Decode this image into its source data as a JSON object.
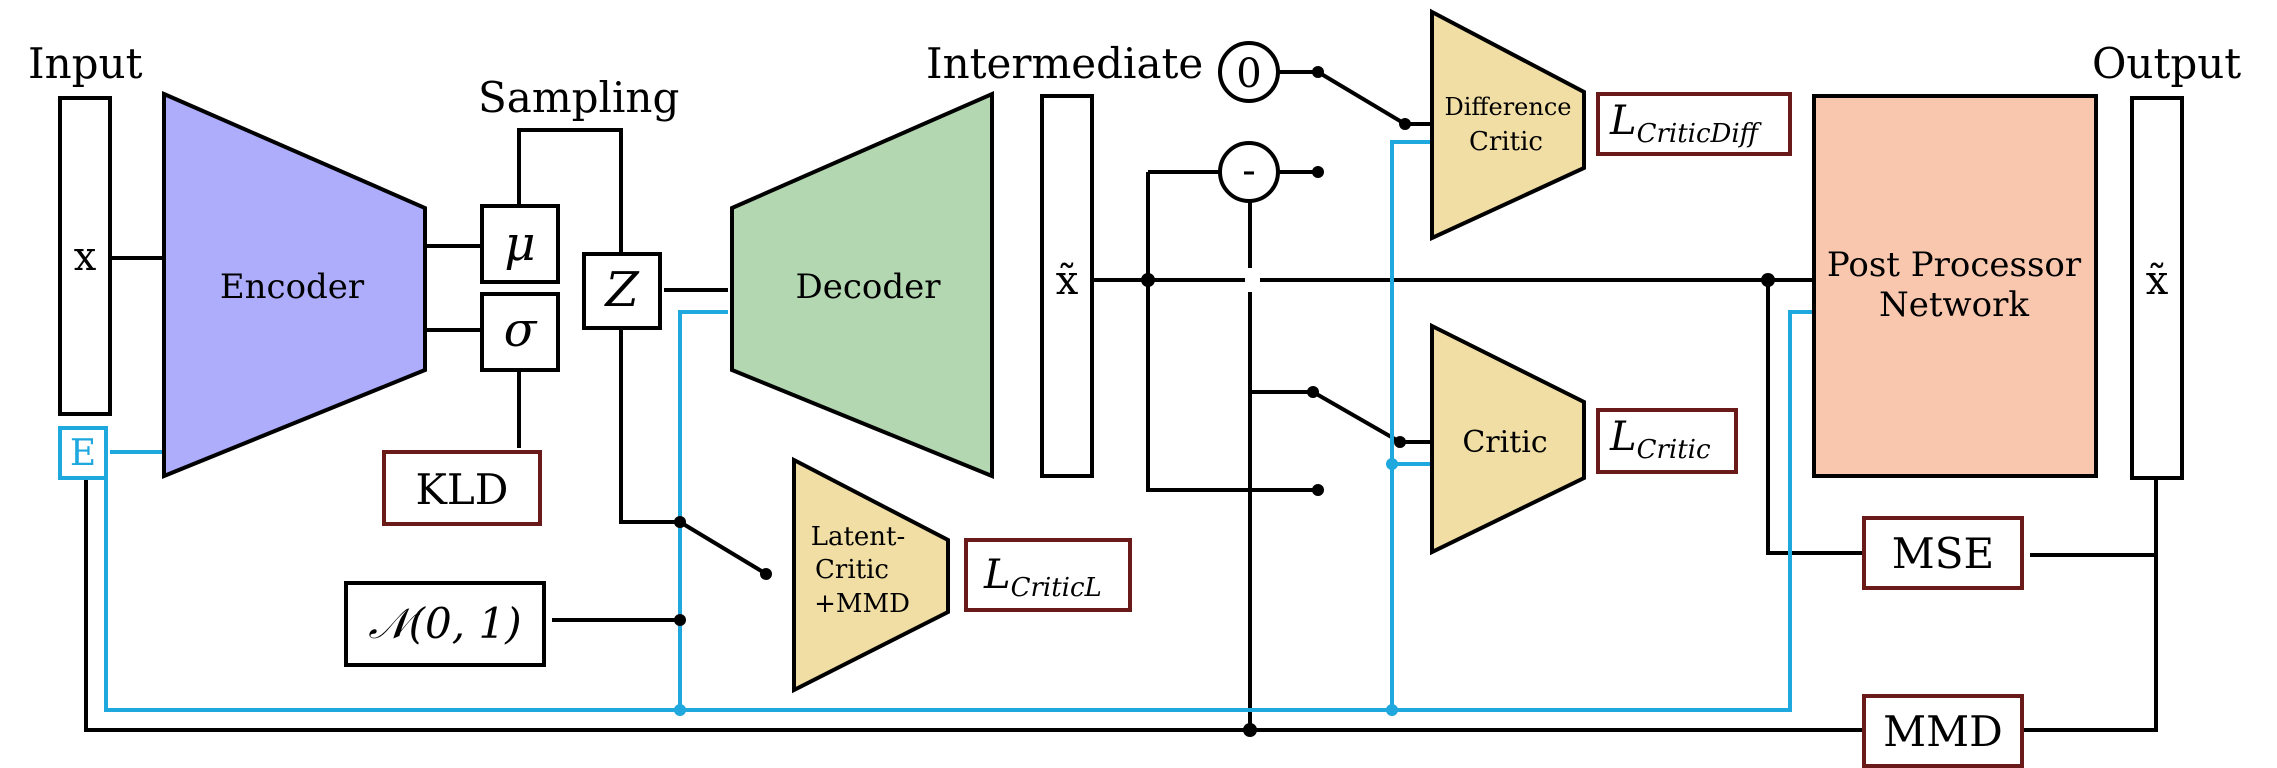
{
  "labels": {
    "input": "Input",
    "intermediate": "Intermediate",
    "output": "Output",
    "sampling": "Sampling"
  },
  "blocks": {
    "encoder": "Encoder",
    "decoder": "Decoder",
    "difference_critic_line1": "Difference",
    "difference_critic_line2": "Critic",
    "critic": "Critic",
    "latent_critic_line1": "Latent-",
    "latent_critic_line2": "Critic",
    "latent_critic_line3": "+MMD",
    "post_processor_line1": "Post Processor",
    "post_processor_line2": "Network"
  },
  "symbols": {
    "x_input": "x",
    "e_input": "E",
    "mu": "μ",
    "sigma": "σ",
    "z": "Z",
    "x_tilde_intermediate": "x̃",
    "x_tilde_output": "x̃",
    "zero_node": "0",
    "minus_node": "-",
    "normal": "𝒩(0, 1)"
  },
  "losses": {
    "kld": "KLD",
    "l_critic_diff_main": "L",
    "l_critic_diff_sub": "CriticDiff",
    "l_critic_main": "L",
    "l_critic_sub": "Critic",
    "l_critic_latent_main": "L",
    "l_critic_latent_sub": "CriticL",
    "mse": "MSE",
    "mmd": "MMD"
  },
  "colors": {
    "encoder": "#adadfc",
    "decoder": "#b3d7b1",
    "critic": "#f1dea5",
    "post_processor": "#f9c7ae",
    "loss_border": "#6b1a1a",
    "energy_line": "#1ea8de",
    "line": "#000000"
  }
}
